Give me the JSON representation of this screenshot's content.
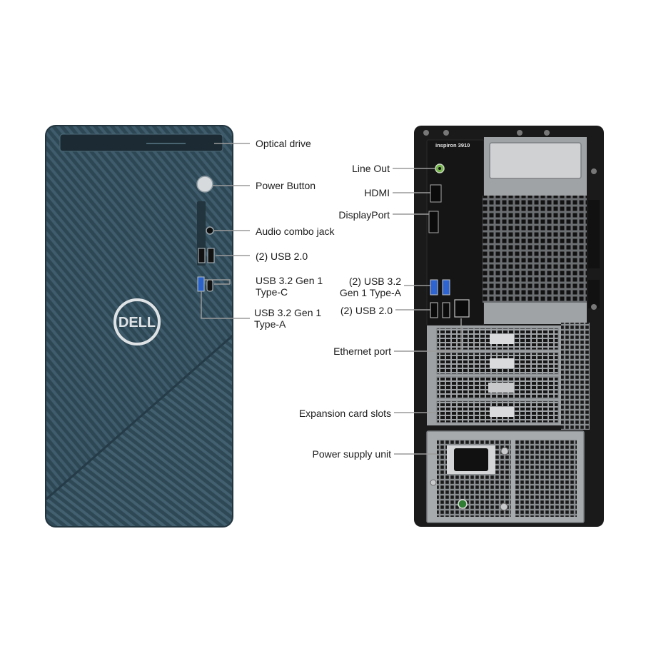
{
  "front": {
    "brand_logo_text": "DELL",
    "callouts": {
      "optical_drive": "Optical drive",
      "power_button": "Power Button",
      "audio_combo_jack": "Audio combo jack",
      "usb2": "(2) USB 2.0",
      "usbc_line1": "USB 3.2 Gen 1",
      "usbc_line2": "Type-C",
      "usba_line1": "USB 3.2 Gen 1",
      "usba_line2": "Type-A"
    }
  },
  "back": {
    "model_text": "inspiron 3910",
    "callouts": {
      "line_out": "Line Out",
      "hdmi": "HDMI",
      "displayport": "DisplayPort",
      "usb32_line1": "(2) USB 3.2",
      "usb32_line2": "Gen 1 Type-A",
      "usb2": "(2) USB 2.0",
      "ethernet": "Ethernet port",
      "expansion": "Expansion card slots",
      "psu": "Power supply unit"
    }
  },
  "colors": {
    "front_panel": "#304a58",
    "front_ridge": "#3f5c6c",
    "rear_panel": "#1c1c1c",
    "steel": "#8a8d90",
    "leader_line": "#9a9a9a"
  }
}
